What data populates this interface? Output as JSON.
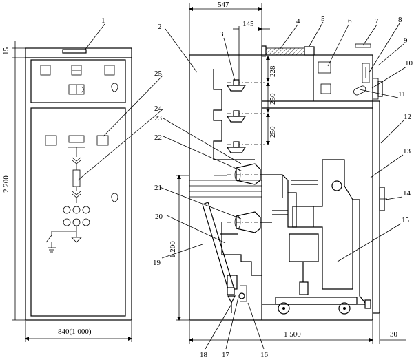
{
  "dimensions": {
    "front_width": "840(1 000)",
    "total_height": "2 200",
    "top_gap": "15",
    "lower_height": "1 200",
    "top_width": "547",
    "top_offset": "145",
    "busbar_pitch_1": "228",
    "busbar_pitch_2": "250",
    "busbar_pitch_3": "250",
    "depth": "1 500",
    "rear_gap": "30"
  },
  "callouts": [
    "1",
    "2",
    "3",
    "4",
    "5",
    "6",
    "7",
    "8",
    "9",
    "10",
    "11",
    "12",
    "13",
    "14",
    "15",
    "16",
    "17",
    "18",
    "19",
    "20",
    "21",
    "22",
    "23",
    "24",
    "25"
  ]
}
